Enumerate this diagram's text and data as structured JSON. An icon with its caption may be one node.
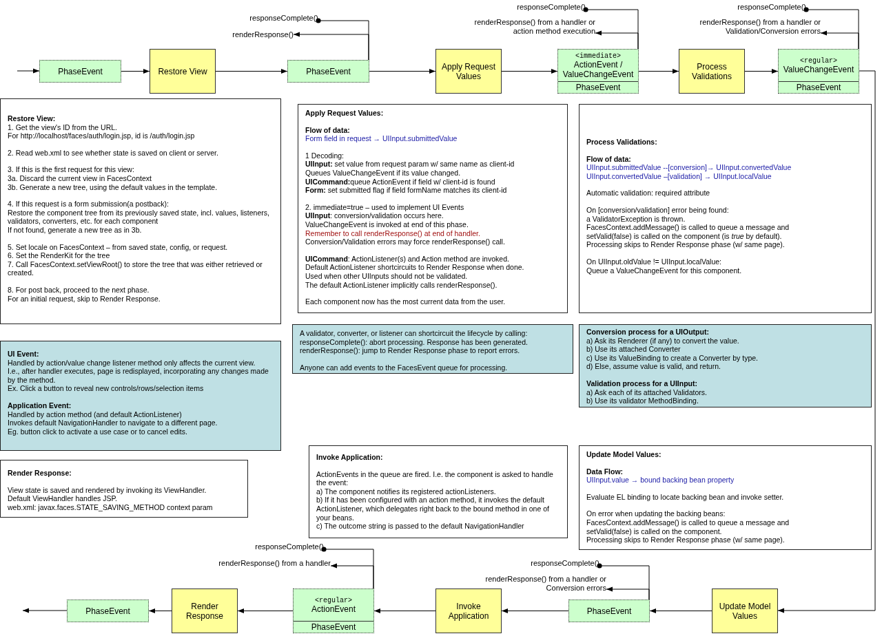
{
  "diagram": {
    "nodes": [
      {
        "text": [
          "PhaseEvent"
        ]
      },
      {
        "text": [
          "Restore View"
        ]
      },
      {
        "text": [
          "PhaseEvent"
        ]
      },
      {
        "text": [
          "Apply Request Values"
        ]
      },
      {
        "text": [
          "<immediate>",
          "ActionEvent / ValueChangeEvent",
          "PhaseEvent"
        ]
      },
      {
        "text": [
          "Process Validations"
        ]
      },
      {
        "text": [
          "<regular>",
          "ValueChangeEvent",
          "PhaseEvent"
        ]
      },
      {
        "text": [
          "Update Model Values"
        ]
      },
      {
        "text": [
          "PhaseEvent"
        ]
      },
      {
        "text": [
          "Invoke Application"
        ]
      },
      {
        "text": [
          "<regular>",
          "ActionEvent",
          "PhaseEvent"
        ]
      },
      {
        "text": [
          "Render Response"
        ]
      },
      {
        "text": [
          "PhaseEvent"
        ]
      },
      {
        "text": [
          "responseComplete()"
        ]
      },
      {
        "text": [
          "renderResponse()"
        ]
      },
      {
        "text": [
          "responseComplete()"
        ]
      },
      {
        "text": [
          "renderResponse() from a handler or action method execution"
        ]
      },
      {
        "text": [
          "responseComplete()"
        ]
      },
      {
        "text": [
          "renderResponse() from a handler or Validation/Conversion errors"
        ]
      },
      {
        "text": [
          "responseComplete()"
        ]
      },
      {
        "text": [
          "renderResponse() from a handler or Conversion errors"
        ]
      },
      {
        "text": [
          "responseComplete()"
        ]
      },
      {
        "text": [
          "renderResponse() from a handler"
        ]
      },
      {
        "text": [
          "Restore View:",
          "1. Get the view's ID from the URL.",
          "For http://localhost/faces/auth/login.jsp, id is /auth/login.jsp",
          "2. Read web.xml to see whether state is saved on client or server.",
          "3. If this is the first request for this view:",
          "3a. Discard the current view in FacesContext",
          "3b. Generate a new tree, using the default values in the template.",
          "4. If this request is a form submission(a postback):",
          "Restore the component tree from its previously saved state, incl. values, listeners, validators, converters, etc. for each component",
          "If not found, generate a new tree as in 3b.",
          "5. Set locale on FacesContext – from saved state, config, or request.",
          "6. Set the RenderKit for the tree",
          "7. Call FacesContext.setViewRoot() to store the tree that was either retrieved or created.",
          "8. For post back, proceed to the next phase.",
          "For an initial request, skip to Render Response."
        ]
      },
      {
        "text": [
          "Apply Request Values:",
          "Flow of data:",
          "Form field in request → UIInput.submittedValue",
          "1 Decoding:",
          "**UIInput:** set value from request param w/ same name as client-id",
          "Queues ValueChangeEvent if its value changed.",
          "**UICommand:**queue ActionEvent if field w/ client-id is found",
          "**Form:** set submitted flag if field formName matches its client-id",
          "2. immediate=true – used to implement UI Events",
          "**UIInput**: conversion/validation occurs here.",
          "ValueChangeEvent is invoked at end of this phase.",
          "Remember to call renderResponse() at end of handler.",
          "Conversion/Validation errors may force renderResponse() call.",
          "**UICommand**: ActionListener(s) and Action method are invoked.",
          "Default ActionListener shortcircuits to Render Response when done.",
          "Used when other UIInputs should not be validated.",
          "The default ActionListener implicitly calls renderResponse().",
          "Each component now has the most current data from the user."
        ]
      },
      {
        "text": [
          "Process Validations:",
          "Flow of data:",
          "UIInput.submittedValue --[conversion]→ UIInput.convertedValue",
          "UIInput.convertedValue –[validation] → UIInput.localValue",
          "Automatic validation: required attribute",
          "On [conversion/validation] error being found:",
          "a ValidatorException is thrown.",
          "FacesContext.addMessage() is called to queue a message and",
          "setValid(false) is called on the component (is *true* by default).",
          "Processing skips to Render Response phase (w/ same page).",
          "On UIInput.oldValue != UIInput.localValue:",
          "Queue a ValueChangeEvent for this component."
        ]
      },
      {
        "text": [
          "UI Event:",
          "Handled by action/value change listener method only affects the current view.",
          "I.e., after handler executes, page is redisplayed, incorporating any changes made by the method.",
          "Ex. Click a button to reveal new controls/rows/selection items",
          "Application Event:",
          "Handled by action method (and default ActionListener)",
          "Invokes default NavigationHandler to navigate to a different page.",
          "Eg. button click to activate a use case or to cancel edits."
        ]
      },
      {
        "text": [
          "A validator, converter, or listener can shortcircuit the lifecycle by calling:",
          "responseComplete(): abort processing. Response has been generated.",
          "renderResponse(): jump to Render Response phase to report errors.",
          "Anyone can add events to the FacesEvent queue for processing."
        ]
      },
      {
        "text": [
          "Conversion process for a UIOutput:",
          "a) Ask its Renderer (if any) to convert the value.",
          "b) Use its attached Converter",
          "c) Use its ValueBinding to create a Converter by type.",
          "d) Else, assume value is valid, and return.",
          "Validation process for a UIInput:",
          "a) Ask each of its attached Validators.",
          "b) Use its validator MethodBinding."
        ]
      },
      {
        "text": [
          "Render Response:",
          "View state is saved and rendered by invoking its ViewHandler.",
          "Default ViewHandler handles JSP.",
          "web.xml: javax.faces.STATE_SAVING_METHOD context param"
        ]
      },
      {
        "text": [
          "Invoke Application:",
          "ActionEvents in the queue are fired. I.e. the component is asked to handle the event:",
          "a) The component notifies its registered actionListeners.",
          "b) If it has been configured with an action method, it invokes the default ActionListener, which delegates right back to the bound method in one of your beans.",
          "c) The outcome string is passed to the default NavigationHandler"
        ]
      },
      {
        "text": [
          "Update Model Values:",
          "Data Flow:",
          "UIInput.value → bound backing bean property",
          "Evaluate EL binding to locate backing bean and invoke setter.",
          "On error when updating the backing beans:",
          "FacesContext.addMessage() is called to queue a message and",
          "setValid(false) is called on the component.",
          "Processing skips to Render Response phase (w/ same page)."
        ]
      }
    ],
    "edges": [
      {
        "from": null,
        "to": 0,
        "arrow": "to"
      },
      {
        "from": 0,
        "to": 1,
        "arrow": "to"
      },
      {
        "from": 1,
        "to": 2,
        "arrow": "to"
      },
      {
        "from": 2,
        "to": 3,
        "arrow": "to"
      },
      {
        "from": 3,
        "to": 4,
        "arrow": "to"
      },
      {
        "from": 4,
        "to": 5,
        "arrow": "to"
      },
      {
        "from": 5,
        "to": 6,
        "arrow": "to"
      },
      {
        "from": 6,
        "to": 7,
        "arrow": "to"
      },
      {
        "from": 7,
        "to": 8,
        "arrow": "to"
      },
      {
        "from": 8,
        "to": 9,
        "arrow": "to"
      },
      {
        "from": 9,
        "to": 10,
        "arrow": "to"
      },
      {
        "from": 10,
        "to": 11,
        "arrow": "to"
      },
      {
        "from": 11,
        "to": 12,
        "arrow": "to"
      },
      {
        "from": 12,
        "to": null,
        "arrow": "to"
      },
      {
        "from": 2,
        "to": 13,
        "arrow": "other"
      },
      {
        "from": 2,
        "to": 14,
        "arrow": "to"
      },
      {
        "from": 4,
        "to": 15,
        "arrow": "other"
      },
      {
        "from": 4,
        "to": 16,
        "arrow": "to"
      },
      {
        "from": 6,
        "to": 17,
        "arrow": "other"
      },
      {
        "from": 6,
        "to": 18,
        "arrow": "to"
      },
      {
        "from": 8,
        "to": 19,
        "arrow": "other"
      },
      {
        "from": 8,
        "to": 20,
        "arrow": "to"
      },
      {
        "from": 10,
        "to": 21,
        "arrow": "other"
      },
      {
        "from": 10,
        "to": 22,
        "arrow": "to"
      }
    ]
  }
}
